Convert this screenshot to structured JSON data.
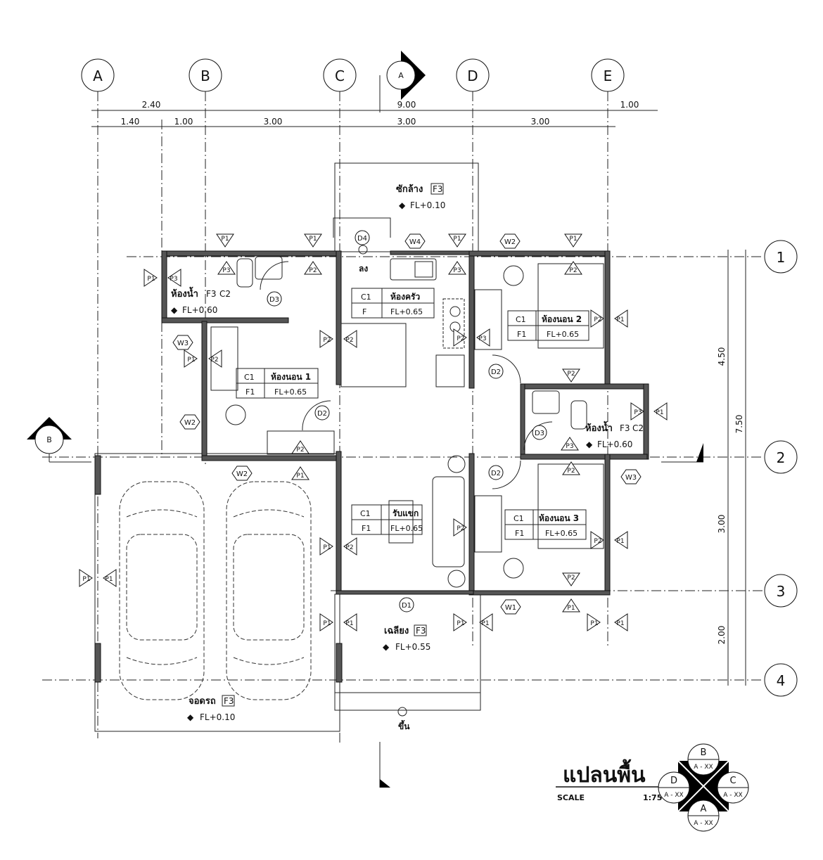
{
  "plan": {
    "title": "แปลนพื้น",
    "scale_label": "SCALE",
    "scale_value": "1:75"
  },
  "grid": {
    "columns": [
      "A",
      "B",
      "C",
      "D",
      "E"
    ],
    "rows": [
      "1",
      "2",
      "3",
      "4"
    ]
  },
  "dimensions": {
    "top_row1": [
      "2.40",
      "9.00",
      "1.00"
    ],
    "top_row2": [
      "1.40",
      "1.00",
      "3.00",
      "3.00",
      "3.00"
    ],
    "right_inner": [
      "4.50",
      "3.00",
      "2.00"
    ],
    "right_outer": [
      "7.50"
    ]
  },
  "sections": {
    "a": "A",
    "b": "B"
  },
  "rooms": {
    "laundry": {
      "name": "ซักล้าง",
      "finish": "F3",
      "level": "FL+0.10"
    },
    "bath1": {
      "name": "ห้องน้ำ",
      "finish": "F3",
      "ceiling": "C2",
      "level": "FL+0.60"
    },
    "kitchen": {
      "name": "ห้องครัว",
      "ceiling": "C1",
      "finish": "F",
      "level": "FL+0.65"
    },
    "bed1": {
      "name": "ห้องนอน 1",
      "ceiling": "C1",
      "finish": "F1",
      "level": "FL+0.65"
    },
    "bed2": {
      "name": "ห้องนอน 2",
      "ceiling": "C1",
      "finish": "F1",
      "level": "FL+0.65"
    },
    "bath2": {
      "name": "ห้องน้ำ",
      "finish": "F3",
      "ceiling": "C2",
      "level": "FL+0.60"
    },
    "living": {
      "name": "รับแขก",
      "ceiling": "C1",
      "finish": "F1",
      "level": "FL+0.65"
    },
    "bed3": {
      "name": "ห้องนอน 3",
      "ceiling": "C1",
      "finish": "F1",
      "level": "FL+0.65"
    },
    "veranda": {
      "name": "เฉลียง",
      "finish": "F3",
      "level": "FL+0.55"
    },
    "carport": {
      "name": "จอดรถ",
      "finish": "F3",
      "level": "FL+0.10"
    }
  },
  "stairs": {
    "down": "ลง",
    "up": "ขึ้น"
  },
  "doors": [
    "D4",
    "D3",
    "D2",
    "D2",
    "D3",
    "D2",
    "D1"
  ],
  "windows": [
    "W4",
    "W2",
    "W3",
    "W2",
    "W2",
    "W3",
    "W1"
  ],
  "partitions": [
    "P1",
    "P1",
    "P1",
    "P1",
    "P3",
    "P2",
    "P3",
    "P2",
    "P1",
    "P3",
    "P1",
    "P2",
    "P2",
    "P2",
    "P2",
    "P3",
    "P2",
    "P1",
    "P3",
    "P1",
    "P3",
    "P2",
    "P1",
    "P2",
    "P1",
    "P2",
    "P2",
    "P2",
    "P2",
    "P1",
    "P2",
    "P1",
    "P1",
    "P1",
    "P1",
    "P1",
    "P1",
    "P1",
    "P1",
    "P1"
  ],
  "key_plan": {
    "labels": [
      "B",
      "C",
      "A",
      "D"
    ],
    "sheet_ref": "A - XX"
  }
}
